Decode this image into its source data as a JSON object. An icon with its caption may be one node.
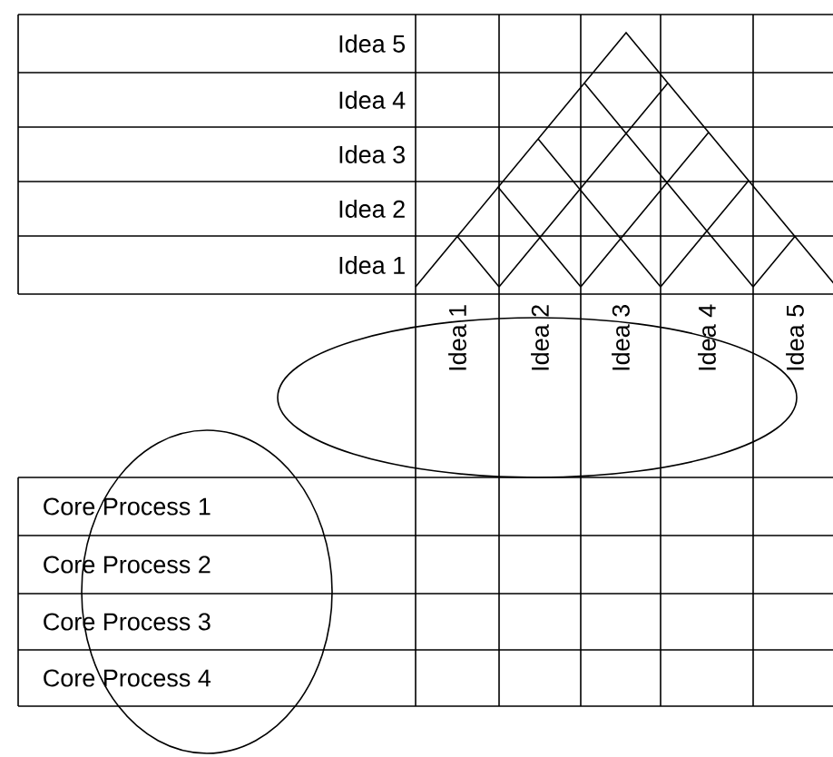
{
  "diagram": {
    "labels": [
      "Idea 5",
      "Idea 4",
      "Idea 3",
      "Idea 2",
      "Idea 1",
      "Idea 1",
      "Idea 2",
      "Idea 3",
      "Idea 4",
      "Idea 5",
      "Core Process 1",
      "Core Process 2",
      "Core Process 3",
      "Core Process 4"
    ]
  }
}
